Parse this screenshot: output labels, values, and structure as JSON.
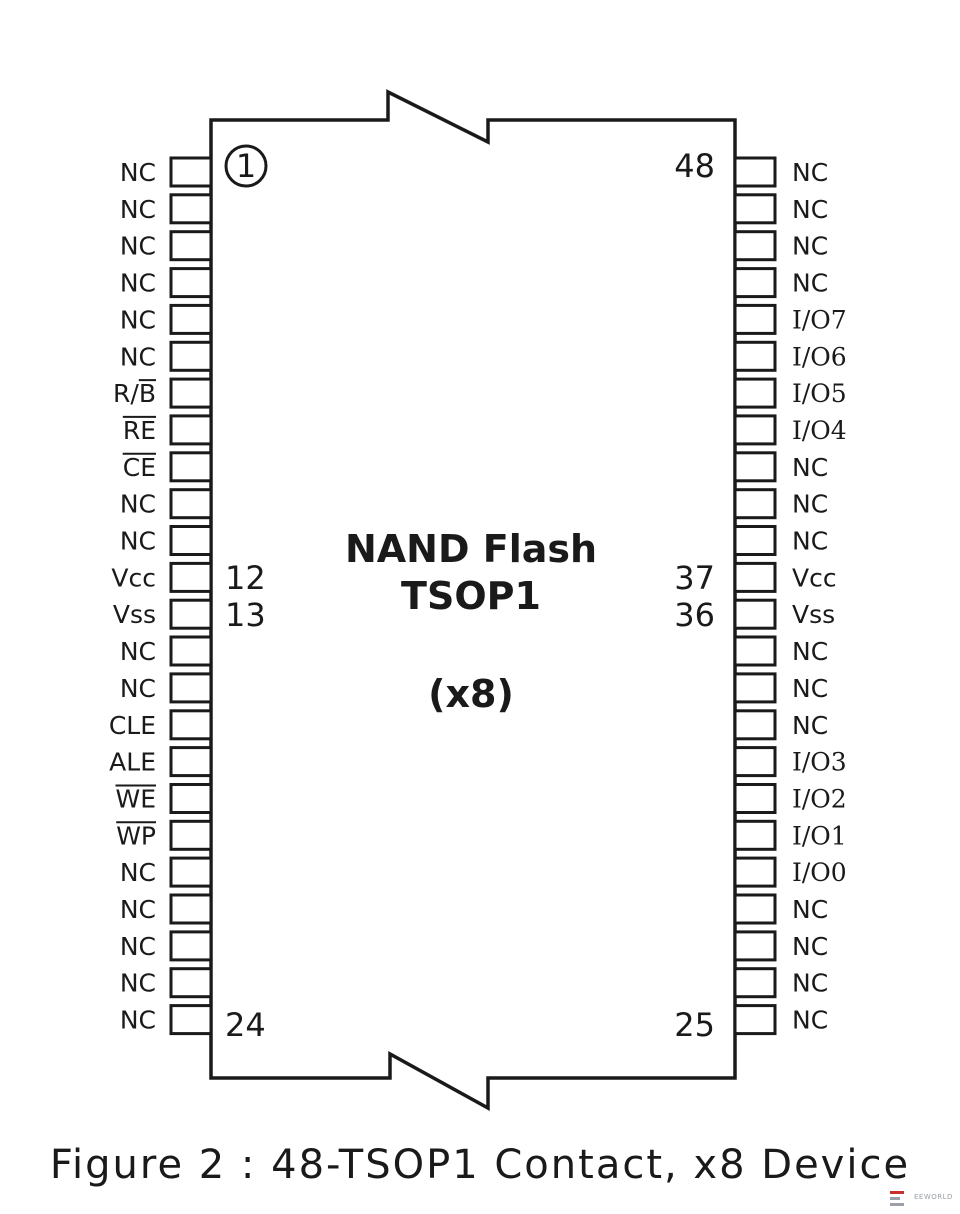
{
  "chip": {
    "title_line1": "NAND Flash",
    "title_line2": "TSOP1",
    "title_line3": "(x8)"
  },
  "pin_numbers": {
    "first": "1",
    "left_mid_a": "12",
    "left_mid_b": "13",
    "left_last": "24",
    "right_first": "48",
    "right_mid_a": "37",
    "right_mid_b": "36",
    "right_last": "25"
  },
  "left_pins": [
    {
      "label": "NC"
    },
    {
      "label": "NC"
    },
    {
      "label": "NC"
    },
    {
      "label": "NC"
    },
    {
      "label": "NC"
    },
    {
      "label": "NC"
    },
    {
      "label": "R/B",
      "bar": "B"
    },
    {
      "label": "RE",
      "bar": "all"
    },
    {
      "label": "CE",
      "bar": "all"
    },
    {
      "label": "NC"
    },
    {
      "label": "NC"
    },
    {
      "label": "Vcc"
    },
    {
      "label": "Vss"
    },
    {
      "label": "NC"
    },
    {
      "label": "NC"
    },
    {
      "label": "CLE"
    },
    {
      "label": "ALE"
    },
    {
      "label": "WE",
      "bar": "all"
    },
    {
      "label": "WP",
      "bar": "all"
    },
    {
      "label": "NC"
    },
    {
      "label": "NC"
    },
    {
      "label": "NC"
    },
    {
      "label": "NC"
    },
    {
      "label": "NC"
    }
  ],
  "right_pins": [
    {
      "label": "NC"
    },
    {
      "label": "NC"
    },
    {
      "label": "NC"
    },
    {
      "label": "NC"
    },
    {
      "label": "I/O7"
    },
    {
      "label": "I/O6"
    },
    {
      "label": "I/O5"
    },
    {
      "label": "I/O4"
    },
    {
      "label": "NC"
    },
    {
      "label": "NC"
    },
    {
      "label": "NC"
    },
    {
      "label": "Vcc"
    },
    {
      "label": "Vss"
    },
    {
      "label": "NC"
    },
    {
      "label": "NC"
    },
    {
      "label": "NC"
    },
    {
      "label": "I/O3"
    },
    {
      "label": "I/O2"
    },
    {
      "label": "I/O1"
    },
    {
      "label": "I/O0"
    },
    {
      "label": "NC"
    },
    {
      "label": "NC"
    },
    {
      "label": "NC"
    },
    {
      "label": "NC"
    }
  ],
  "caption": "Figure 2 : 48-TSOP1 Contact, x8 Device",
  "watermark": {
    "text": "EEWORLD",
    "icon": "eeworld-logo-icon"
  },
  "colors": {
    "ink": "#1a1a1a",
    "background": "#ffffff"
  }
}
